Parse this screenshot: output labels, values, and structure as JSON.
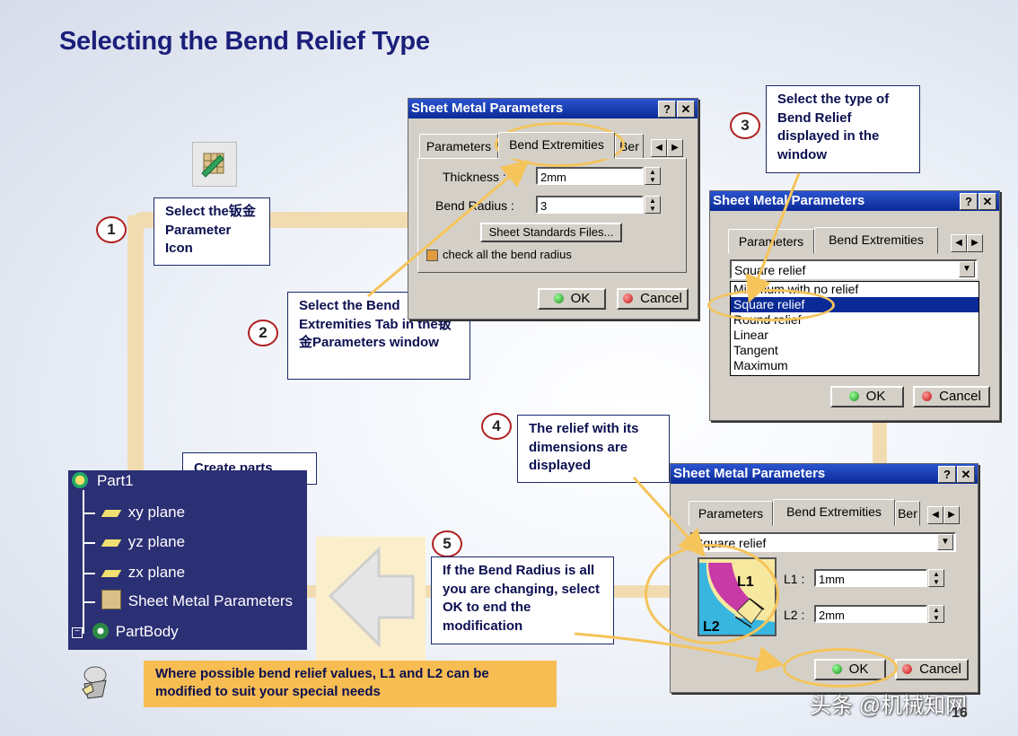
{
  "slide": {
    "title": "Selecting the Bend Relief Type",
    "page_number": "16",
    "watermark": "头条 @机械知网"
  },
  "steps": [
    {
      "number": "1",
      "text": "Select the钣金Parameter Icon"
    },
    {
      "number": "2",
      "text": "Select the Bend Extremities Tab in the钣金Parameters window"
    },
    {
      "number": "3",
      "text": "Select the type of Bend Relief displayed in the window"
    },
    {
      "number": "4",
      "text": "The relief with its dimensions are displayed"
    },
    {
      "number": "5",
      "text": "If the Bend Radius is all you are changing, select OK to end the modification"
    }
  ],
  "create_parts_label": "Create parts",
  "note": "Where possible bend relief values, L1 and L2 can be modified to suit your special needs",
  "tree": {
    "root": "Part1",
    "items": [
      "xy plane",
      "yz plane",
      "zx plane",
      "Sheet Metal Parameters",
      "PartBody"
    ]
  },
  "dialog1": {
    "title": "Sheet Metal Parameters",
    "help": "?",
    "close": "✕",
    "tabs": [
      "Parameters",
      "Bend Extremities",
      "Ber"
    ],
    "thickness_label": "Thickness :",
    "thickness_value": "2mm",
    "bend_radius_label": "Bend Radius :",
    "bend_radius_value": "3",
    "standards_button": "Sheet Standards Files...",
    "check_label": "check all the bend radius",
    "ok": "OK",
    "cancel": "Cancel"
  },
  "dialog2": {
    "title": "Sheet Metal Parameters",
    "help": "?",
    "close": "✕",
    "tabs": [
      "Parameters",
      "Bend Extremities"
    ],
    "selected": "Square relief",
    "options": [
      "Minimum with no relief",
      "Square relief",
      "Round relief",
      "Linear",
      "Tangent",
      "Maximum"
    ],
    "ok": "OK",
    "cancel": "Cancel"
  },
  "dialog3": {
    "title": "Sheet Metal Parameters",
    "help": "?",
    "close": "✕",
    "tabs": [
      "Parameters",
      "Bend Extremities",
      "Ber"
    ],
    "selected": "Square relief",
    "l1_label": "L1 :",
    "l1_value": "1mm",
    "l2_label": "L2 :",
    "l2_value": "2mm",
    "img_l1": "L1",
    "img_l2": "L2",
    "ok": "OK",
    "cancel": "Cancel"
  },
  "colors": {
    "title": "#1b1f7a",
    "highlight": "#f5c45a",
    "note_bg": "#f7bd52",
    "tree_bg": "#2b2f74"
  }
}
